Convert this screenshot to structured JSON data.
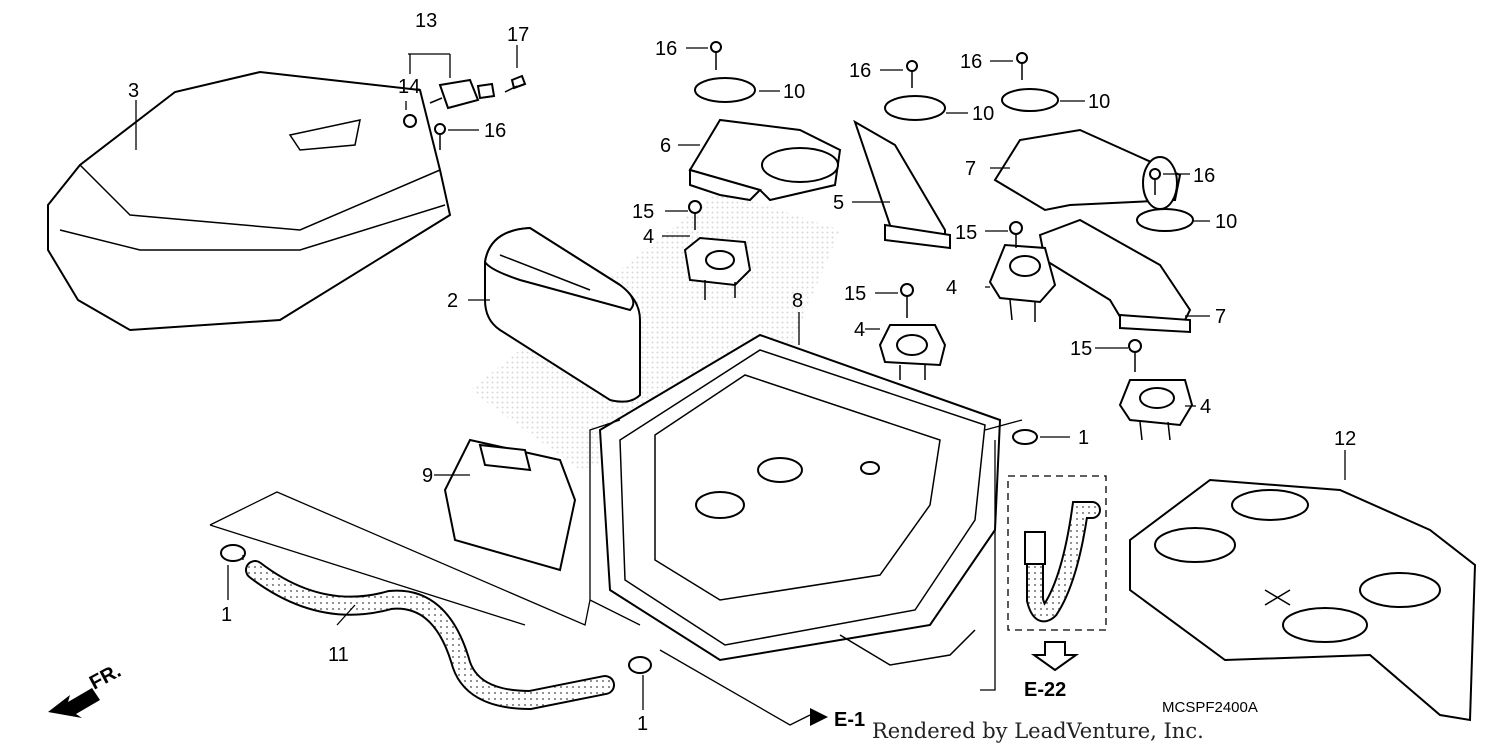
{
  "diagram": {
    "drawing_code": "MCSPF2400A",
    "credit": "Rendered by LeadVenture, Inc.",
    "front_marker": "FR.",
    "references": {
      "e1": "E-1",
      "e22": "E-22"
    },
    "callouts": {
      "c1_tl": "1",
      "c1_bl": "1",
      "c1_right": "1",
      "c2": "2",
      "c3": "3",
      "c4_a": "4",
      "c4_b": "4",
      "c4_c": "4",
      "c4_d": "4",
      "c5": "5",
      "c6": "6",
      "c7_a": "7",
      "c7_b": "7",
      "c8": "8",
      "c9": "9",
      "c10_a": "10",
      "c10_b": "10",
      "c10_c": "10",
      "c10_d": "10",
      "c11": "11",
      "c12": "12",
      "c13": "13",
      "c14": "14",
      "c15_a": "15",
      "c15_b": "15",
      "c15_c": "15",
      "c15_d": "15",
      "c16_a": "16",
      "c16_b": "16",
      "c16_c": "16",
      "c16_d": "16",
      "c16_e": "16",
      "c17": "17"
    }
  }
}
